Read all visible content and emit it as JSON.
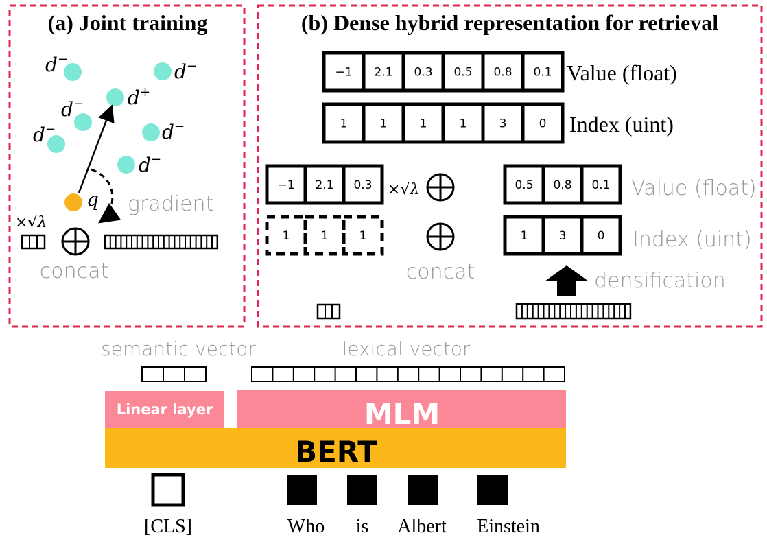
{
  "panel_a": {
    "title": "(a) Joint training",
    "d_minus": "d",
    "d_plus": "d",
    "minus_sup": "−",
    "plus_sup": "+",
    "q": "q",
    "gradient": "gradient",
    "lambda_scale": "×√λ",
    "concat": "concat"
  },
  "panel_b": {
    "title": "(b) Dense hybrid representation for retrieval",
    "top_values": [
      "−1",
      "2.1",
      "0.3",
      "0.5",
      "0.8",
      "0.1"
    ],
    "top_indices": [
      "1",
      "1",
      "1",
      "1",
      "3",
      "0"
    ],
    "value_label": "Value (float)",
    "index_label": "Index (uint)",
    "left_values": [
      "−1",
      "2.1",
      "0.3"
    ],
    "left_indices": [
      "1",
      "1",
      "1"
    ],
    "lambda_scale": "×√λ",
    "right_values": [
      "0.5",
      "0.8",
      "0.1"
    ],
    "right_indices": [
      "1",
      "3",
      "0"
    ],
    "value_label_2": "Value (float)",
    "index_label_2": "Index (uint)",
    "concat": "concat",
    "densification": "densification"
  },
  "bottom": {
    "semantic_vector": "semantic vector",
    "lexical_vector": "lexical vector",
    "linear_layer": "Linear layer",
    "mlm": "MLM",
    "bert": "BERT",
    "tokens": [
      "[CLS]",
      "Who",
      "is",
      "Albert",
      "Einstein"
    ]
  },
  "colors": {
    "dashed_border": "#e0254e",
    "doc_dot": "#7ee8d6",
    "query_dot": "#f7b21d",
    "pink_layer": "#fb8896",
    "bert_layer": "#fcb81a",
    "gray_text": "#9a9a9a"
  }
}
